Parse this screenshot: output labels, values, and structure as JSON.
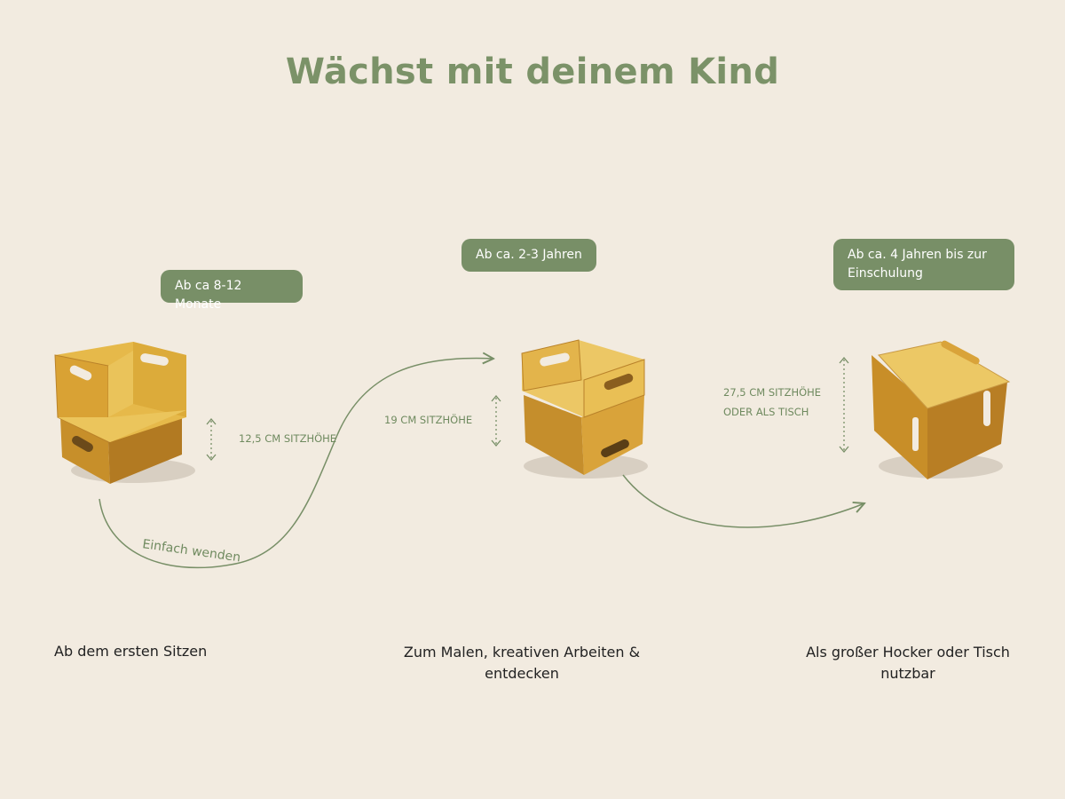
{
  "title": "Wächst mit deinem Kind",
  "stages": [
    {
      "badge": "Ab ca 8-12 Monate",
      "height": "12,5 CM SITZHÖHE",
      "caption": "Ab dem ersten Sitzen"
    },
    {
      "badge": "Ab ca. 2-3 Jahren",
      "height": "19 CM SITZHÖHE",
      "caption_line1": "Zum Malen, kreativen Arbeiten &",
      "caption_line2": "entdecken"
    },
    {
      "badge_line1": "Ab ca. 4 Jahren bis zur",
      "badge_line2": "Einschulung",
      "height_line1": "27,5 CM SITZHÖHE",
      "height_line2": "ODER ALS TISCH",
      "caption_line1": "Als großer Hocker oder Tisch",
      "caption_line2": "nutzbar"
    }
  ],
  "arrow_label": "Einfach wenden",
  "colors": {
    "background": "#f2ebe0",
    "accent": "#788f67",
    "wood": "#d9a93a"
  }
}
